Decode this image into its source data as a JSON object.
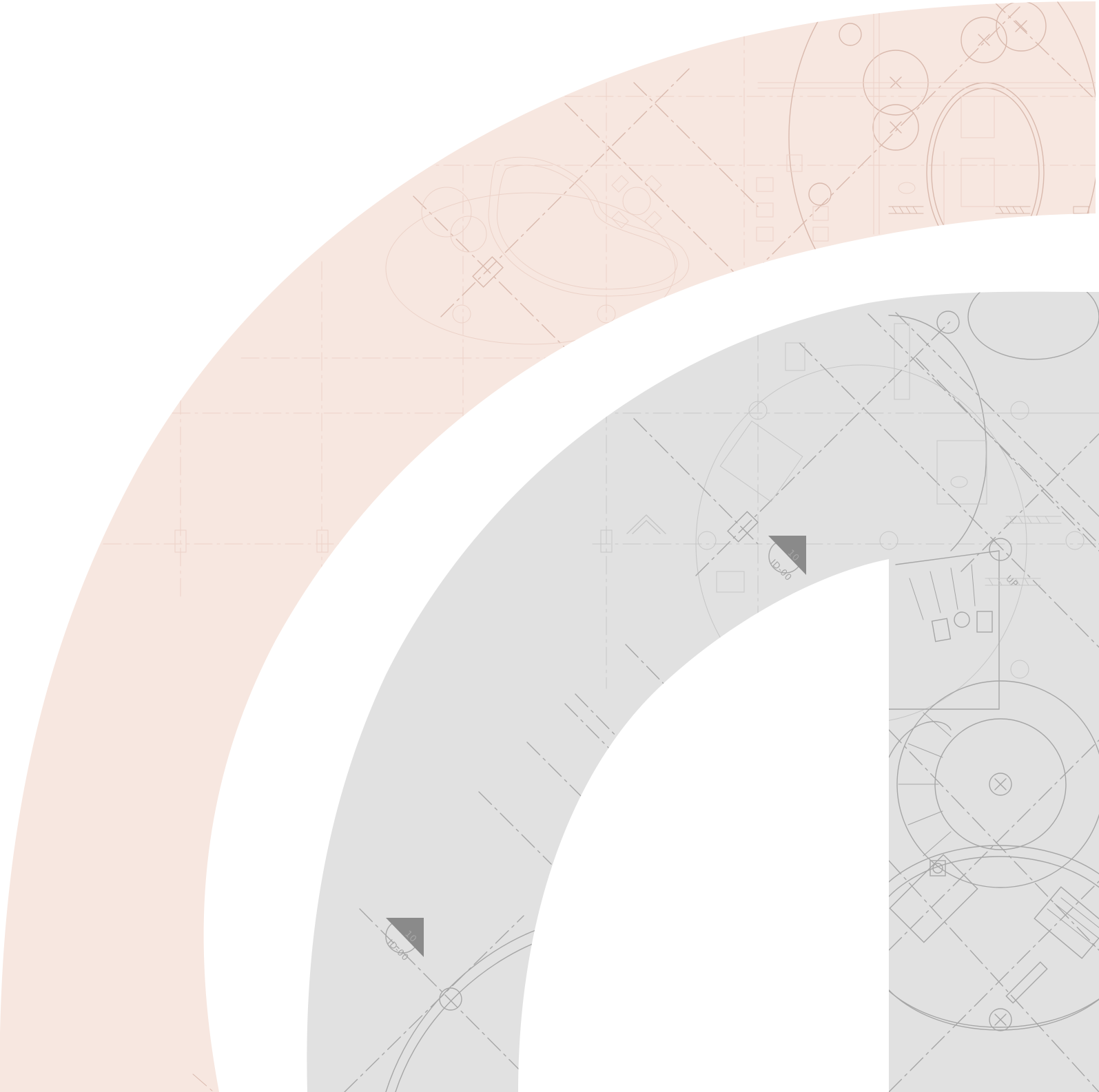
{
  "colors": {
    "background": "#ffffff",
    "outer_band_fill": "#f7e7e0",
    "outer_band_line": "#d9b9ad",
    "outer_band_faint": "#ecd2c8",
    "inner_band_fill": "#e1e1e1",
    "inner_band_line": "#a6a6a6",
    "inner_band_faint": "#c6c6c6",
    "tag_fill": "#8a8a8a"
  },
  "drawing_labels": {
    "up": "UP",
    "section_ref_top": "10",
    "section_ref_bottom": "ID-00"
  }
}
